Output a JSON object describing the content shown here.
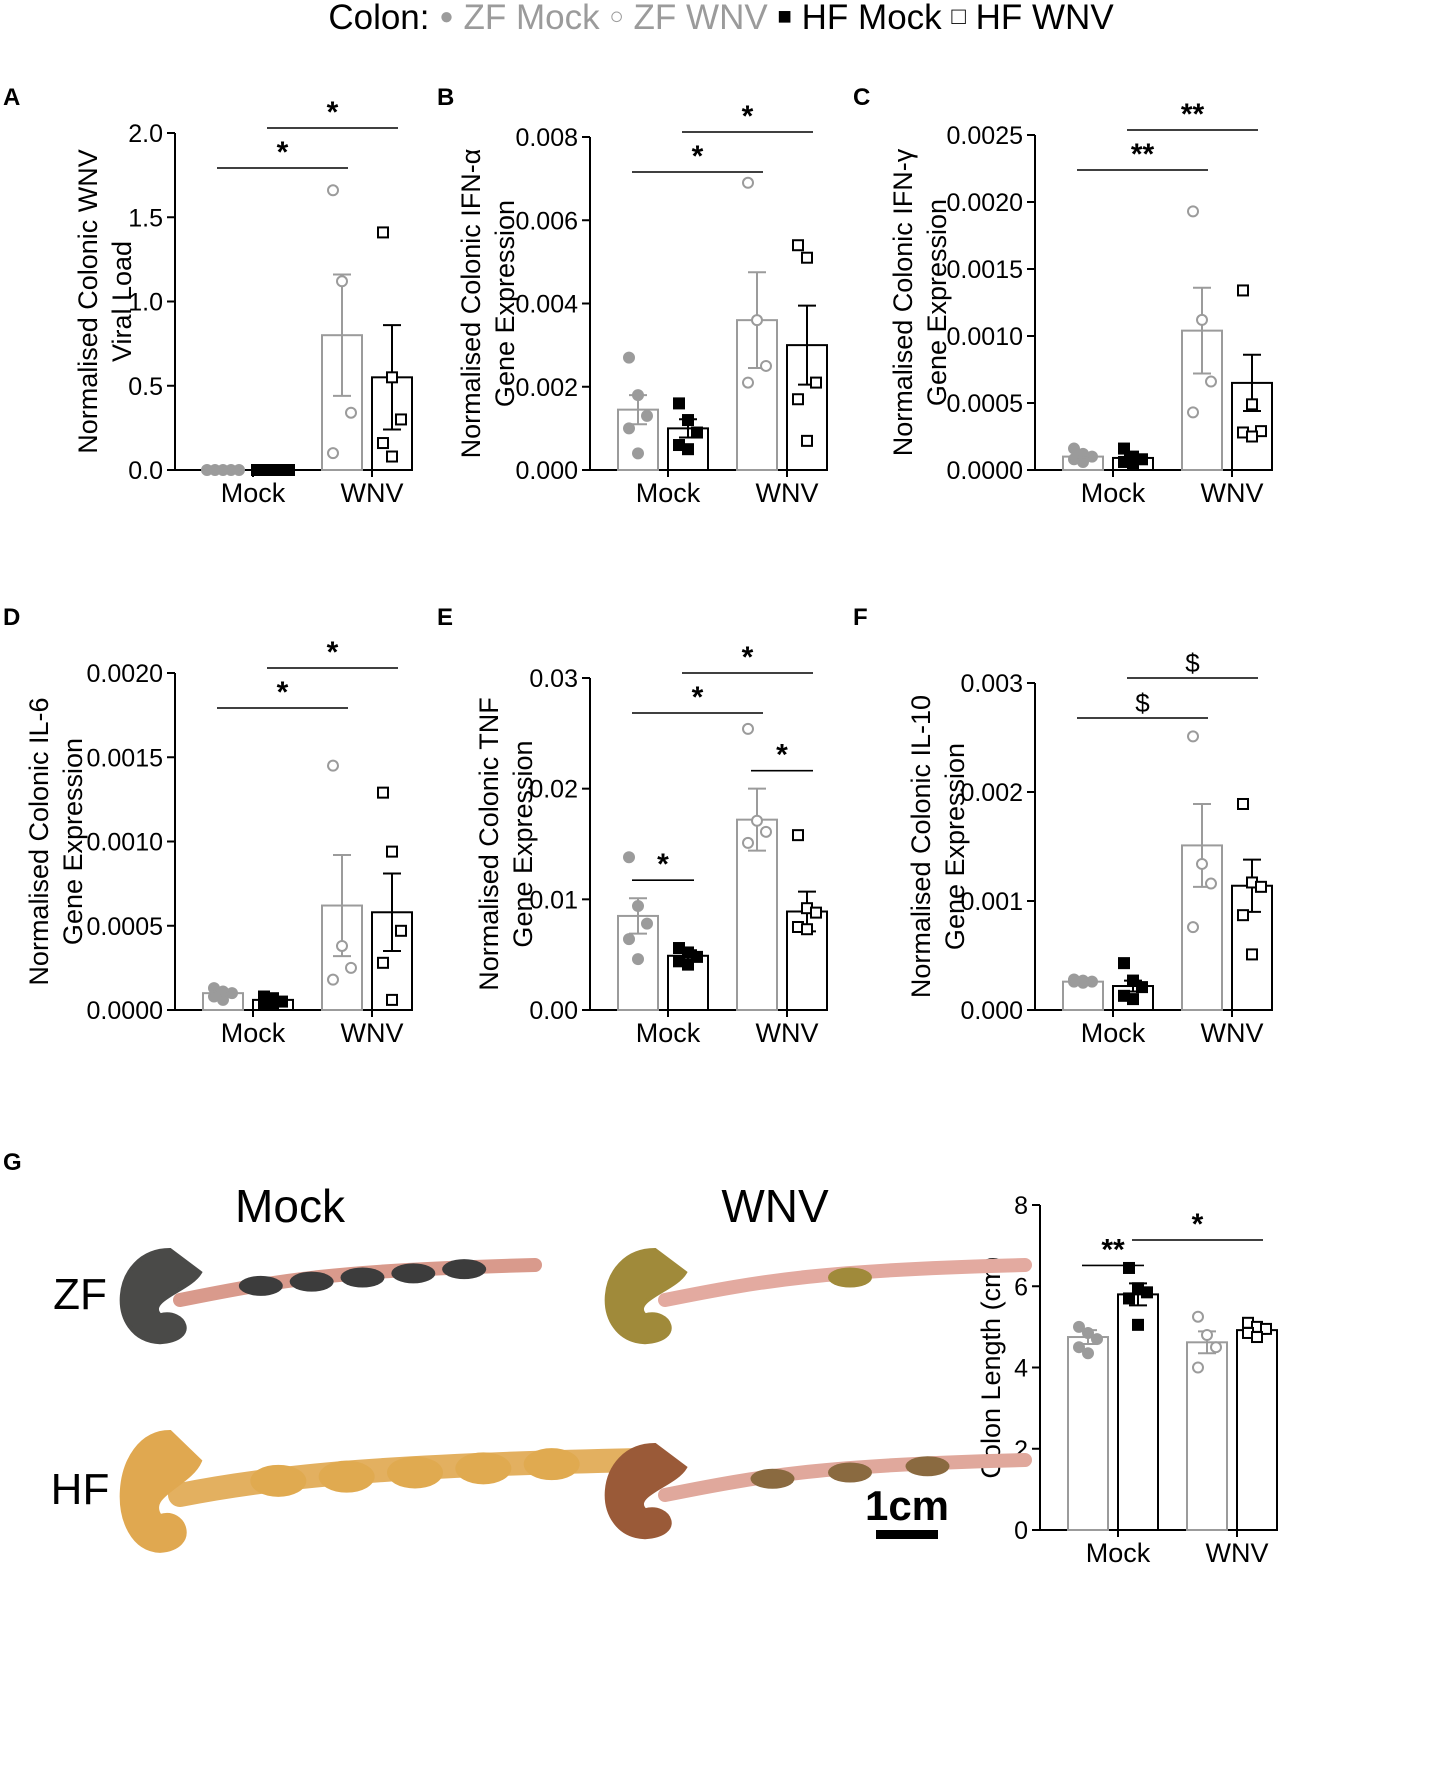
{
  "legend": {
    "prefix": "Colon:",
    "items": [
      {
        "symbol": "●",
        "label": "ZF Mock",
        "color": "#9b9b9b"
      },
      {
        "symbol": "○",
        "label": "ZF WNV",
        "color": "#9b9b9b"
      },
      {
        "symbol": "■",
        "label": "HF Mock",
        "color": "#000000"
      },
      {
        "symbol": "□",
        "label": "HF WNV",
        "color": "#000000"
      }
    ]
  },
  "colors": {
    "zf": "#9b9b9b",
    "hf": "#000000"
  },
  "chart_data": [
    {
      "panel": "A",
      "type": "bar",
      "ylabel_lines": [
        "Normalised Colonic WNV",
        "Viral Load"
      ],
      "groups": [
        "Mock",
        "WNV"
      ],
      "ylim": [
        0,
        2.0
      ],
      "yticks": [
        "0.0",
        "0.5",
        "1.0",
        "1.5",
        "2.0"
      ],
      "series": [
        {
          "group": "Mock",
          "strain": "ZF",
          "mean": 0.0,
          "sem": 0.0,
          "points": [
            0,
            0,
            0,
            0,
            0
          ]
        },
        {
          "group": "Mock",
          "strain": "HF",
          "mean": 0.0,
          "sem": 0.0,
          "points": [
            0,
            0,
            0,
            0,
            0
          ]
        },
        {
          "group": "WNV",
          "strain": "ZF",
          "mean": 0.8,
          "sem": 0.36,
          "points": [
            1.66,
            1.12,
            0.34,
            0.1
          ]
        },
        {
          "group": "WNV",
          "strain": "HF",
          "mean": 0.55,
          "sem": 0.31,
          "points": [
            1.41,
            0.55,
            0.3,
            0.16,
            0.08
          ]
        }
      ],
      "sig": [
        {
          "from": "ZF Mock",
          "to": "ZF WNV",
          "label": "*"
        },
        {
          "from": "HF Mock",
          "to": "HF WNV",
          "label": "*"
        }
      ]
    },
    {
      "panel": "B",
      "type": "bar",
      "ylabel_lines": [
        "Normalised Colonic IFN-α",
        "Gene Expression"
      ],
      "groups": [
        "Mock",
        "WNV"
      ],
      "ylim": [
        0,
        0.008
      ],
      "yticks": [
        "0.000",
        "0.002",
        "0.004",
        "0.006",
        "0.008"
      ],
      "series": [
        {
          "group": "Mock",
          "strain": "ZF",
          "mean": 0.00145,
          "sem": 0.00035,
          "points": [
            0.0027,
            0.0018,
            0.0013,
            0.001,
            0.0004
          ]
        },
        {
          "group": "Mock",
          "strain": "HF",
          "mean": 0.001,
          "sem": 0.00022,
          "points": [
            0.0016,
            0.0012,
            0.0009,
            0.0006,
            0.0005
          ]
        },
        {
          "group": "WNV",
          "strain": "ZF",
          "mean": 0.0036,
          "sem": 0.00115,
          "points": [
            0.0069,
            0.0036,
            0.0025,
            0.0021
          ]
        },
        {
          "group": "WNV",
          "strain": "HF",
          "mean": 0.003,
          "sem": 0.00095,
          "points": [
            0.0054,
            0.0051,
            0.0021,
            0.0017,
            0.0007
          ]
        }
      ],
      "sig": [
        {
          "from": "ZF Mock",
          "to": "ZF WNV",
          "label": "*"
        },
        {
          "from": "HF Mock",
          "to": "HF WNV",
          "label": "*"
        }
      ]
    },
    {
      "panel": "C",
      "type": "bar",
      "ylabel_lines": [
        "Normalised Colonic IFN-γ",
        "Gene Expression"
      ],
      "groups": [
        "Mock",
        "WNV"
      ],
      "ylim": [
        0,
        0.0025
      ],
      "yticks": [
        "0.0000",
        "0.0005",
        "0.0010",
        "0.0015",
        "0.0020",
        "0.0025"
      ],
      "series": [
        {
          "group": "Mock",
          "strain": "ZF",
          "mean": 0.0001,
          "sem": 2e-05,
          "points": [
            0.00016,
            0.00012,
            0.0001,
            8e-05,
            6e-05
          ]
        },
        {
          "group": "Mock",
          "strain": "HF",
          "mean": 9e-05,
          "sem": 2e-05,
          "points": [
            0.00016,
            0.0001,
            8e-05,
            6e-05,
            4e-05
          ]
        },
        {
          "group": "WNV",
          "strain": "ZF",
          "mean": 0.00104,
          "sem": 0.00032,
          "points": [
            0.00193,
            0.00112,
            0.00066,
            0.00043
          ]
        },
        {
          "group": "WNV",
          "strain": "HF",
          "mean": 0.00065,
          "sem": 0.00021,
          "points": [
            0.00134,
            0.00049,
            0.00029,
            0.00028,
            0.00025
          ]
        }
      ],
      "sig": [
        {
          "from": "ZF Mock",
          "to": "ZF WNV",
          "label": "**"
        },
        {
          "from": "HF Mock",
          "to": "HF WNV",
          "label": "**"
        }
      ]
    },
    {
      "panel": "D",
      "type": "bar",
      "ylabel_lines": [
        "Normalised Colonic IL-6",
        "Gene Expression"
      ],
      "groups": [
        "Mock",
        "WNV"
      ],
      "ylim": [
        0,
        0.002
      ],
      "yticks": [
        "0.0000",
        "0.0005",
        "0.0010",
        "0.0015",
        "0.0020"
      ],
      "series": [
        {
          "group": "Mock",
          "strain": "ZF",
          "mean": 0.0001,
          "sem": 2e-05,
          "points": [
            0.00013,
            0.00011,
            0.0001,
            8e-05,
            6e-05
          ]
        },
        {
          "group": "Mock",
          "strain": "HF",
          "mean": 6e-05,
          "sem": 1e-05,
          "points": [
            8e-05,
            7e-05,
            5e-05,
            4e-05,
            4e-05
          ]
        },
        {
          "group": "WNV",
          "strain": "ZF",
          "mean": 0.00062,
          "sem": 0.0003,
          "points": [
            0.00145,
            0.00038,
            0.00025,
            0.00018
          ]
        },
        {
          "group": "WNV",
          "strain": "HF",
          "mean": 0.00058,
          "sem": 0.00023,
          "points": [
            0.00129,
            0.00094,
            0.00047,
            0.00028,
            6e-05
          ]
        }
      ],
      "sig": [
        {
          "from": "ZF Mock",
          "to": "ZF WNV",
          "label": "*"
        },
        {
          "from": "HF Mock",
          "to": "HF WNV",
          "label": "*"
        }
      ]
    },
    {
      "panel": "E",
      "type": "bar",
      "ylabel_lines": [
        "Normalised Colonic TNF",
        "Gene Expression"
      ],
      "groups": [
        "Mock",
        "WNV"
      ],
      "ylim": [
        0,
        0.03
      ],
      "yticks": [
        "0.00",
        "0.01",
        "0.02",
        "0.03"
      ],
      "series": [
        {
          "group": "Mock",
          "strain": "ZF",
          "mean": 0.0085,
          "sem": 0.0016,
          "points": [
            0.0138,
            0.0094,
            0.0078,
            0.0064,
            0.0046
          ]
        },
        {
          "group": "Mock",
          "strain": "HF",
          "mean": 0.0049,
          "sem": 0.0005,
          "points": [
            0.0056,
            0.0052,
            0.0048,
            0.0044,
            0.0041
          ]
        },
        {
          "group": "WNV",
          "strain": "ZF",
          "mean": 0.0172,
          "sem": 0.0028,
          "points": [
            0.0254,
            0.0171,
            0.0161,
            0.0151
          ]
        },
        {
          "group": "WNV",
          "strain": "HF",
          "mean": 0.0089,
          "sem": 0.0018,
          "points": [
            0.0158,
            0.0092,
            0.0088,
            0.0075,
            0.0073
          ]
        }
      ],
      "sig": [
        {
          "from": "ZF Mock",
          "to": "HF Mock",
          "label": "*"
        },
        {
          "from": "ZF Mock",
          "to": "ZF WNV",
          "label": "*"
        },
        {
          "from": "HF Mock",
          "to": "HF WNV",
          "label": "*"
        },
        {
          "from": "ZF WNV",
          "to": "HF WNV",
          "label": "*"
        }
      ]
    },
    {
      "panel": "F",
      "type": "bar",
      "ylabel_lines": [
        "Normalised Colonic IL-10",
        "Gene Expression"
      ],
      "groups": [
        "Mock",
        "WNV"
      ],
      "ylim": [
        0,
        0.003
      ],
      "yticks": [
        "0.000",
        "0.001",
        "0.002",
        "0.003"
      ],
      "series": [
        {
          "group": "Mock",
          "strain": "ZF",
          "mean": 0.00026,
          "sem": 1e-05,
          "points": [
            0.00028,
            0.00027,
            0.00026,
            0.00026,
            0.00025
          ]
        },
        {
          "group": "Mock",
          "strain": "HF",
          "mean": 0.00022,
          "sem": 5e-05,
          "points": [
            0.00043,
            0.00027,
            0.00021,
            0.00013,
            0.0001
          ]
        },
        {
          "group": "WNV",
          "strain": "ZF",
          "mean": 0.00151,
          "sem": 0.00038,
          "points": [
            0.00251,
            0.00134,
            0.00116,
            0.00076
          ]
        },
        {
          "group": "WNV",
          "strain": "HF",
          "mean": 0.00114,
          "sem": 0.00024,
          "points": [
            0.00189,
            0.00117,
            0.00113,
            0.00087,
            0.00051
          ]
        }
      ],
      "sig": [
        {
          "from": "ZF Mock",
          "to": "ZF WNV",
          "label": "$"
        },
        {
          "from": "HF Mock",
          "to": "HF WNV",
          "label": "$"
        }
      ]
    },
    {
      "panel": "G",
      "type": "bar",
      "ylabel_lines": [
        "Colon Length (cm)"
      ],
      "groups": [
        "Mock",
        "WNV"
      ],
      "ylim": [
        0,
        8
      ],
      "yticks": [
        "0",
        "2",
        "4",
        "6",
        "8"
      ],
      "series": [
        {
          "group": "Mock",
          "strain": "ZF",
          "mean": 4.75,
          "sem": 0.17,
          "points": [
            5.0,
            4.85,
            4.7,
            4.5,
            4.35
          ]
        },
        {
          "group": "Mock",
          "strain": "HF",
          "mean": 5.8,
          "sem": 0.27,
          "points": [
            6.45,
            5.95,
            5.85,
            5.7,
            5.05
          ]
        },
        {
          "group": "WNV",
          "strain": "ZF",
          "mean": 4.62,
          "sem": 0.27,
          "points": [
            5.25,
            4.8,
            4.5,
            4.0
          ]
        },
        {
          "group": "WNV",
          "strain": "HF",
          "mean": 4.92,
          "sem": 0.09,
          "points": [
            5.1,
            5.0,
            4.95,
            4.85,
            4.75
          ]
        }
      ],
      "sig": [
        {
          "from": "ZF Mock",
          "to": "HF Mock",
          "label": "**"
        },
        {
          "from": "HF Mock",
          "to": "HF WNV",
          "label": "*"
        }
      ]
    }
  ],
  "photos": {
    "col_labels": [
      "Mock",
      "WNV"
    ],
    "row_labels": [
      "ZF",
      "HF"
    ],
    "scale_bar_label": "1cm",
    "specimens": [
      {
        "row": "ZF",
        "col": "Mock",
        "cecum_color": "#4a4a48",
        "tube_color": "#d99a8c",
        "pellet_color": "#3c3c3c",
        "pellets": 5
      },
      {
        "row": "ZF",
        "col": "WNV",
        "cecum_color": "#a08a3a",
        "tube_color": "#e3aaa0",
        "pellet_color": "#a08a3a",
        "pellets": 1
      },
      {
        "row": "HF",
        "col": "Mock",
        "cecum_color": "#e0a850",
        "tube_color": "#e3b060",
        "pellet_color": "#e0aa50",
        "pellets": 5
      },
      {
        "row": "HF",
        "col": "WNV",
        "cecum_color": "#9a5a38",
        "tube_color": "#e0a89c",
        "pellet_color": "#8a6a40",
        "pellets": 3
      }
    ]
  }
}
